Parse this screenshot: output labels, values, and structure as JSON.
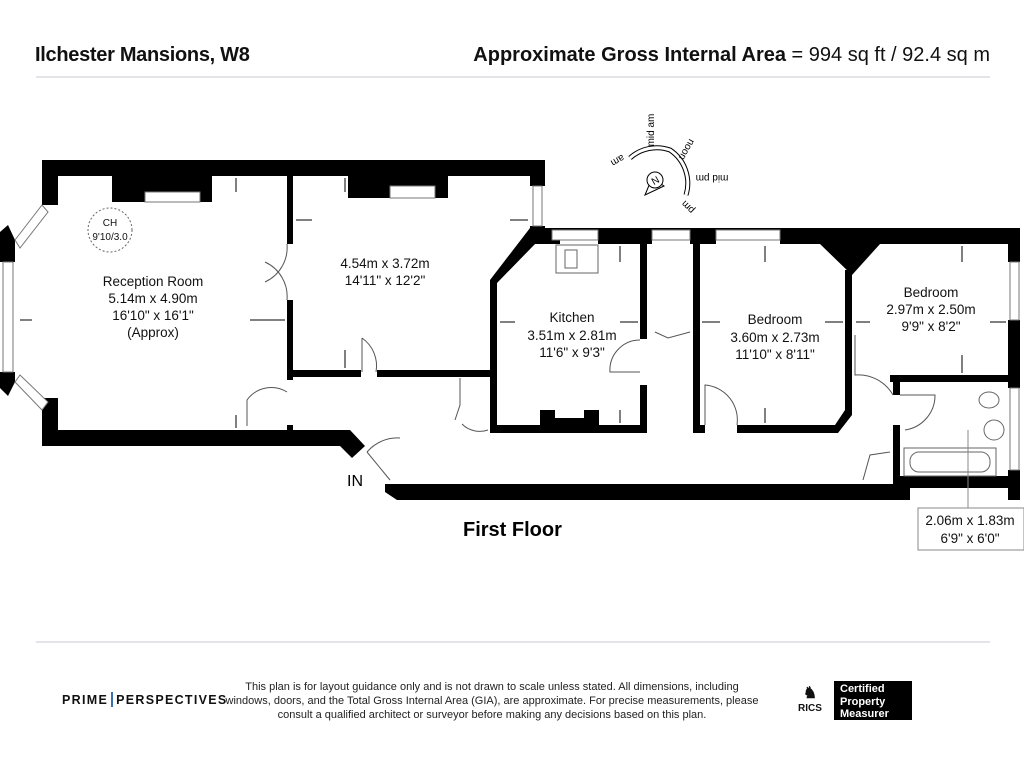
{
  "header": {
    "property": "Ilchester Mansions, W8",
    "area_label": "Approximate Gross Internal Area",
    "area_value": "= 994 sq ft / 92.4 sq m"
  },
  "plan": {
    "floor_label": "First Floor",
    "entrance_label": "IN",
    "ch_label": "CH",
    "ch_value": "9'10/3.0",
    "rooms": [
      {
        "name": "Reception Room",
        "metric": "5.14m x 4.90m",
        "imperial": "16'10\" x 16'1\"",
        "note": "(Approx)"
      },
      {
        "name": "",
        "metric": "4.54m x 3.72m",
        "imperial": "14'11\" x 12'2\""
      },
      {
        "name": "Kitchen",
        "metric": "3.51m x 2.81m",
        "imperial": "11'6\" x 9'3\""
      },
      {
        "name": "Bedroom",
        "metric": "3.60m x 2.73m",
        "imperial": "11'10\" x 8'11\""
      },
      {
        "name": "Bedroom",
        "metric": "2.97m x 2.50m",
        "imperial": "9'9\" x 8'2\""
      },
      {
        "name": "",
        "metric": "2.06m x 1.83m",
        "imperial": "6'9\" x 6'0\""
      }
    ],
    "compass": {
      "north": "N",
      "labels": [
        "am",
        "mid am",
        "noon",
        "mid pm",
        "pm"
      ]
    }
  },
  "footer": {
    "brand_left": "PRIME",
    "brand_right": "PERSPECTIVES",
    "disclaimer": "This plan is for layout guidance only and is not drawn to scale unless stated. All dimensions, including windows, doors, and the Total Gross Internal Area (GIA), are approximate. For precise measurements, please consult a qualified architect or surveyor before making any decisions based on this plan.",
    "rics": "RICS",
    "cert_lines": [
      "Certified",
      "Property",
      "Measurer"
    ]
  },
  "colors": {
    "wall": "#000000",
    "rule": "#e4e4e8",
    "brand_bar": "#3a6fb0"
  }
}
